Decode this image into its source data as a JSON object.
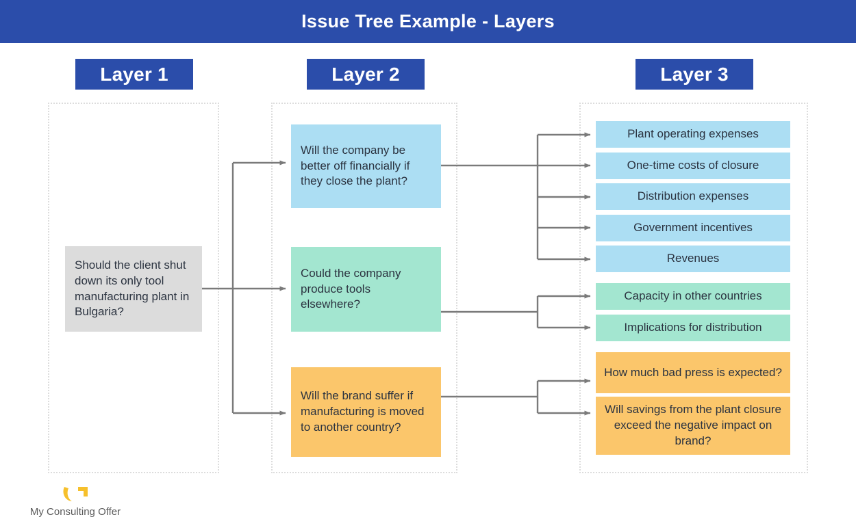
{
  "header": {
    "title": "Issue Tree Example - Layers",
    "background_color": "#2B4DAA",
    "text_color": "#FFFFFF"
  },
  "layers": [
    {
      "id": "layer-1",
      "label": "Layer 1"
    },
    {
      "id": "layer-2",
      "label": "Layer 2"
    },
    {
      "id": "layer-3",
      "label": "Layer 3"
    }
  ],
  "colors": {
    "brand_blue": "#2B4DAA",
    "root_gray": "#DCDCDC",
    "branch_blue": "#ACDEF3",
    "branch_green": "#A3E6D0",
    "branch_amber": "#FBC66B",
    "connector_gray": "#7A7A7A",
    "column_border": "#DCDCDC",
    "node_text": "#2B3340",
    "logo_gold": "#F6C02C",
    "logo_text": "#5A5A5A"
  },
  "tree": {
    "root": {
      "label": "Should the client shut down its only tool manufacturing plant in Bulgaria?",
      "color": "#DCDCDC"
    },
    "layer2": [
      {
        "id": "financial",
        "label": "Will the company be better off financially if they close the plant?",
        "color": "#ACDEF3"
      },
      {
        "id": "produce-elsewhere",
        "label": "Could the company produce tools elsewhere?",
        "color": "#A3E6D0"
      },
      {
        "id": "brand-suffer",
        "label": "Will the brand suffer if manufacturing is moved to another country?",
        "color": "#FBC66B"
      }
    ],
    "layer3": {
      "financial": [
        {
          "id": "plant-operating-expenses",
          "label": "Plant operating expenses"
        },
        {
          "id": "one-time-costs-of-closure",
          "label": "One-time costs of closure"
        },
        {
          "id": "distribution-expenses",
          "label": "Distribution expenses"
        },
        {
          "id": "government-incentives",
          "label": "Government incentives"
        },
        {
          "id": "revenues",
          "label": "Revenues"
        }
      ],
      "produce-elsewhere": [
        {
          "id": "capacity-other-countries",
          "label": "Capacity in other countries"
        },
        {
          "id": "implications-distribution",
          "label": "Implications for distribution"
        }
      ],
      "brand-suffer": [
        {
          "id": "bad-press-expected",
          "label": "How much bad press is expected?"
        },
        {
          "id": "savings-exceed-impact",
          "label": "Will savings from the plant closure exceed the negative impact on brand?"
        }
      ]
    }
  },
  "footer": {
    "logo_name": "my-consulting-offer-logo",
    "brand_text": "My Consulting Offer"
  }
}
